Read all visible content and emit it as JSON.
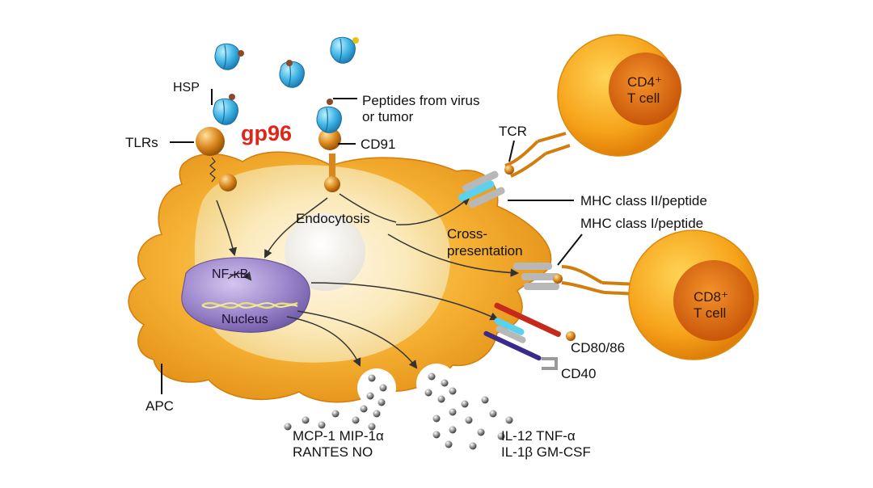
{
  "labels": {
    "hsp": "HSP",
    "gp96": "gp96",
    "peptides_line1": "Peptides from virus",
    "peptides_line2": "or tumor",
    "tlrs": "TLRs",
    "cd91": "CD91",
    "tcr": "TCR",
    "mhc2": "MHC  class II/peptide",
    "mhc1": "MHC  class I/peptide",
    "endocytosis": "Endocytosis",
    "cross_line1": "Cross-",
    "cross_line2": "presentation",
    "nfkb": "NF-κB",
    "nucleus": "Nucleus",
    "cd80": "CD80/86",
    "cd40": "CD40",
    "apc": "APC",
    "cd4_line1": "CD4⁺",
    "cd4_line2": "T cell",
    "cd8_line1": "CD8⁺",
    "cd8_line2": "T cell",
    "cytokines_left_line1": "MCP-1  MIP-1α",
    "cytokines_left_line2": "RANTES  NO",
    "cytokines_right_line1": "IL-12  TNF-α",
    "cytokines_right_line2": "IL-1β  GM-CSF"
  },
  "colors": {
    "apc_body": "#f2a21c",
    "cell_inner": "#f7e6b4",
    "nucleus": "#9b86c8",
    "hsp": "#3fb4e4",
    "receptor": "#d9861c",
    "tcell_outer": "#f7a51a",
    "tcell_inner": "#e06d08",
    "gp96_text": "#e0261b",
    "mhc_cyan": "#5ad2ee",
    "mhc_gray": "#b8b8b8"
  },
  "icons": [
    "hsp-protein-icon",
    "receptor-icon",
    "tcr-icon",
    "mhc-icon",
    "cytokine-particle-icon"
  ]
}
